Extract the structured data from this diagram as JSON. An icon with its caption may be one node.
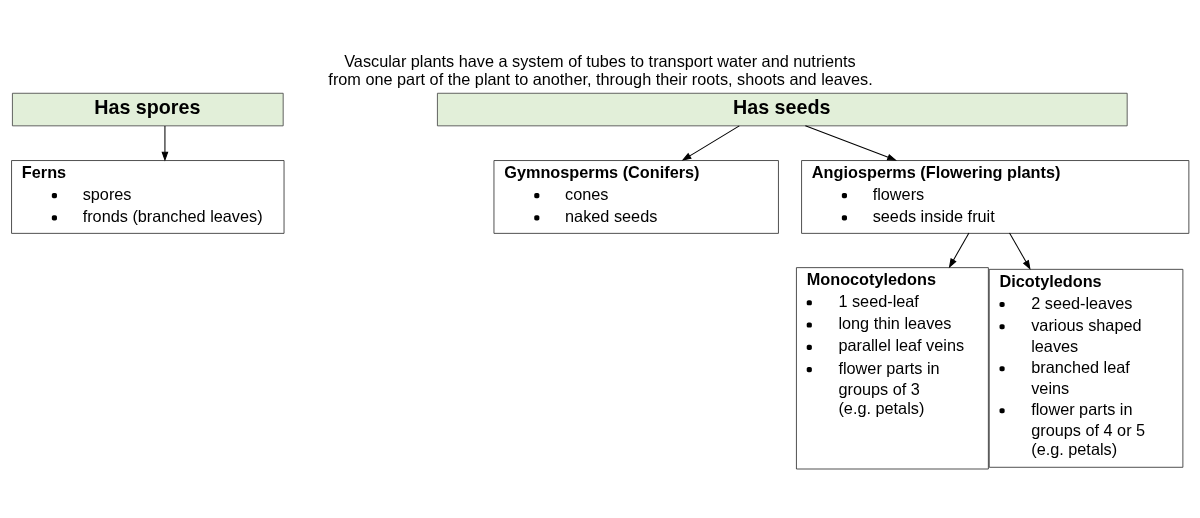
{
  "diagram": {
    "title": "Vascular plants have a system of tubes to transport water and nutrients from one part of the plant to another, through their roots, shoots and leaves.",
    "nodes": [
      {
        "text": [
          "Has spores"
        ]
      },
      {
        "text": [
          "Has seeds"
        ]
      },
      {
        "text": [
          "Ferns",
          "spores",
          "fronds (branched leaves)"
        ]
      },
      {
        "text": [
          "Gymnosperms (Conifers)",
          "cones",
          "naked seeds"
        ]
      },
      {
        "text": [
          "Angiosperms (Flowering plants)",
          "flowers",
          "seeds inside fruit"
        ]
      },
      {
        "text": [
          "Monocotyledons",
          "1 seed-leaf",
          "long thin leaves",
          "parallel leaf veins",
          "flower parts in groups of 3 (e.g. petals)"
        ]
      },
      {
        "text": [
          "Dicotyledons",
          "2 seed-leaves",
          "various shaped leaves",
          "branched leaf veins",
          "flower parts in groups of 4 or 5 (e.g. petals)"
        ]
      }
    ],
    "edges": [
      {
        "from": 0,
        "to": 2,
        "arrow": "to"
      },
      {
        "from": 1,
        "to": 3,
        "arrow": "to"
      },
      {
        "from": 1,
        "to": 4,
        "arrow": "to"
      },
      {
        "from": 4,
        "to": 5,
        "arrow": "to"
      },
      {
        "from": 4,
        "to": 6,
        "arrow": "to"
      }
    ]
  }
}
